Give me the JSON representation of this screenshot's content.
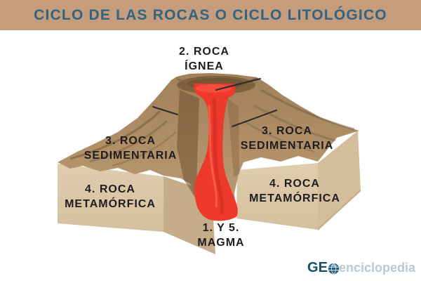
{
  "header": {
    "title": "CICLO DE LAS ROCAS O CICLO LITOLÓGICO"
  },
  "diagram": {
    "type": "rock-cycle-volcano-cross-section",
    "labels": {
      "ignea": {
        "line1": "2. ROCA",
        "line2": "ÍGNEA"
      },
      "sedimentaria_left": {
        "line1": "3. ROCA",
        "line2": "SEDIMENTARIA"
      },
      "sedimentaria_right": {
        "line1": "3. ROCA",
        "line2": "SEDIMENTARIA"
      },
      "metamorfica_left": {
        "line1": "4. ROCA",
        "line2": "METAMÓRFICA"
      },
      "metamorfica_right": {
        "line1": "4. ROCA",
        "line2": "METAMÓRFICA"
      },
      "magma": {
        "line1": "1. Y 5.",
        "line2": "MAGMA"
      }
    }
  },
  "footer": {
    "logo": {
      "prefix": "GE",
      "icon": "globe-icon",
      "suffix": "enciclopedia"
    }
  },
  "colors": {
    "title_bg": "#c59d7c",
    "title_text": "#2e6480",
    "background": "#ffffff",
    "cone_main": "#b29169",
    "cone_dark": "#6f5434",
    "crater": "#7e613f",
    "block_front": "#dcc9a9",
    "block_side_notch": "#c5ad8a",
    "block_side_right": "#d3bd9b",
    "magma_red": "#ee3a2d",
    "label_text": "#1d1d1d",
    "pointer_line": "#2b2b2b",
    "logo_dark": "#15506b",
    "logo_light": "#b5cad4"
  }
}
